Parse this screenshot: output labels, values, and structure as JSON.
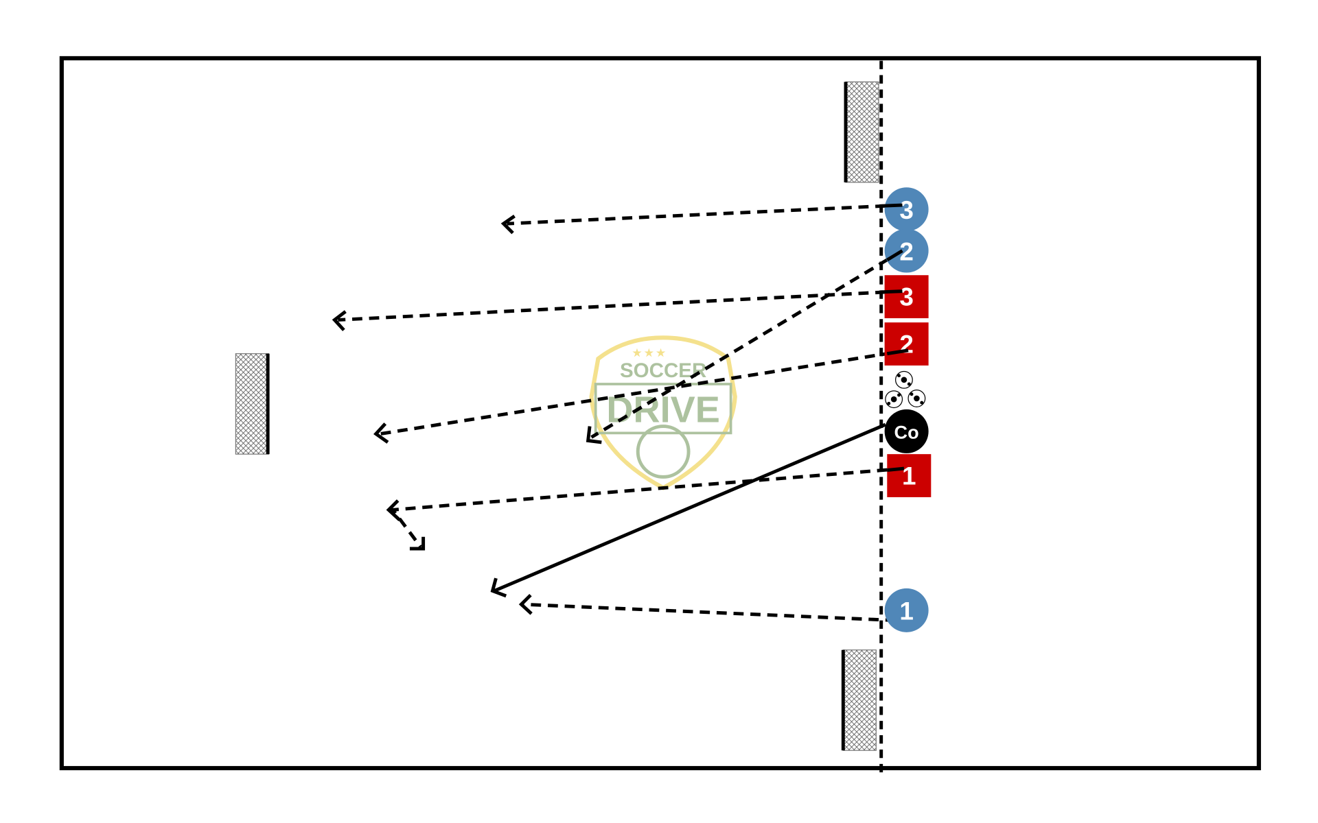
{
  "colors": {
    "blue_player": "#5087b8",
    "red_player": "#cc0000",
    "coach": "#000000",
    "line": "#000000",
    "watermark_gold": "#f3dc7a",
    "watermark_green": "#9fb88f"
  },
  "players": {
    "blue": [
      {
        "label": "3"
      },
      {
        "label": "2"
      },
      {
        "label": "1"
      }
    ],
    "red": [
      {
        "label": "3"
      },
      {
        "label": "2"
      },
      {
        "label": "1"
      }
    ],
    "coach": {
      "label": "Co"
    }
  },
  "watermark": {
    "line1": "SOCCER",
    "line2": "DRIVE"
  }
}
